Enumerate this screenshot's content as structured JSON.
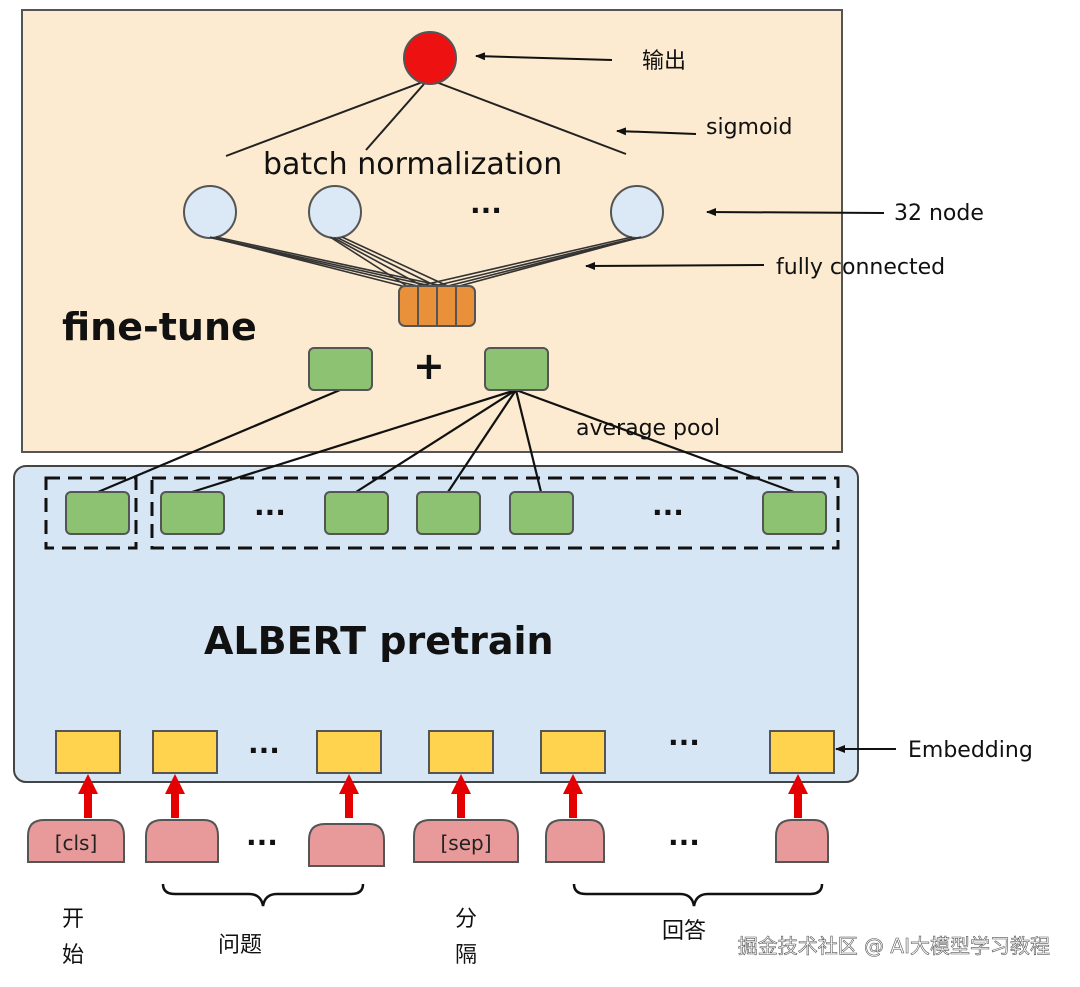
{
  "fine_tune": {
    "title": "fine-tune",
    "output_label": "输出",
    "sigmoid_label": "sigmoid",
    "bn_label": "batch normalization",
    "node_label": "32 node",
    "fc_label": "fully connected",
    "plus": "+",
    "avg_pool_label": "average pool",
    "ellipsis": "···"
  },
  "albert": {
    "title": "ALBERT pretrain",
    "embedding_label": "Embedding",
    "ellipsis": "···"
  },
  "inputs": {
    "cls": "[cls]",
    "sep": "[sep]",
    "ellipsis": "···"
  },
  "groups": {
    "start": "开\n始",
    "question": "问题",
    "separator": "分\n隔",
    "answer": "回答"
  },
  "watermark": "掘金技术社区 @ AI大模型学习教程",
  "colors": {
    "finetune_bg": "#fcebd0",
    "albert_bg": "#d7e6f4",
    "green": "#8cc271",
    "yellow": "#ffd34d",
    "pink": "#e89a9a",
    "orange": "#e8913a",
    "red": "#ee1111",
    "node": "#dbe8f5",
    "arrow_red": "#e40000"
  }
}
